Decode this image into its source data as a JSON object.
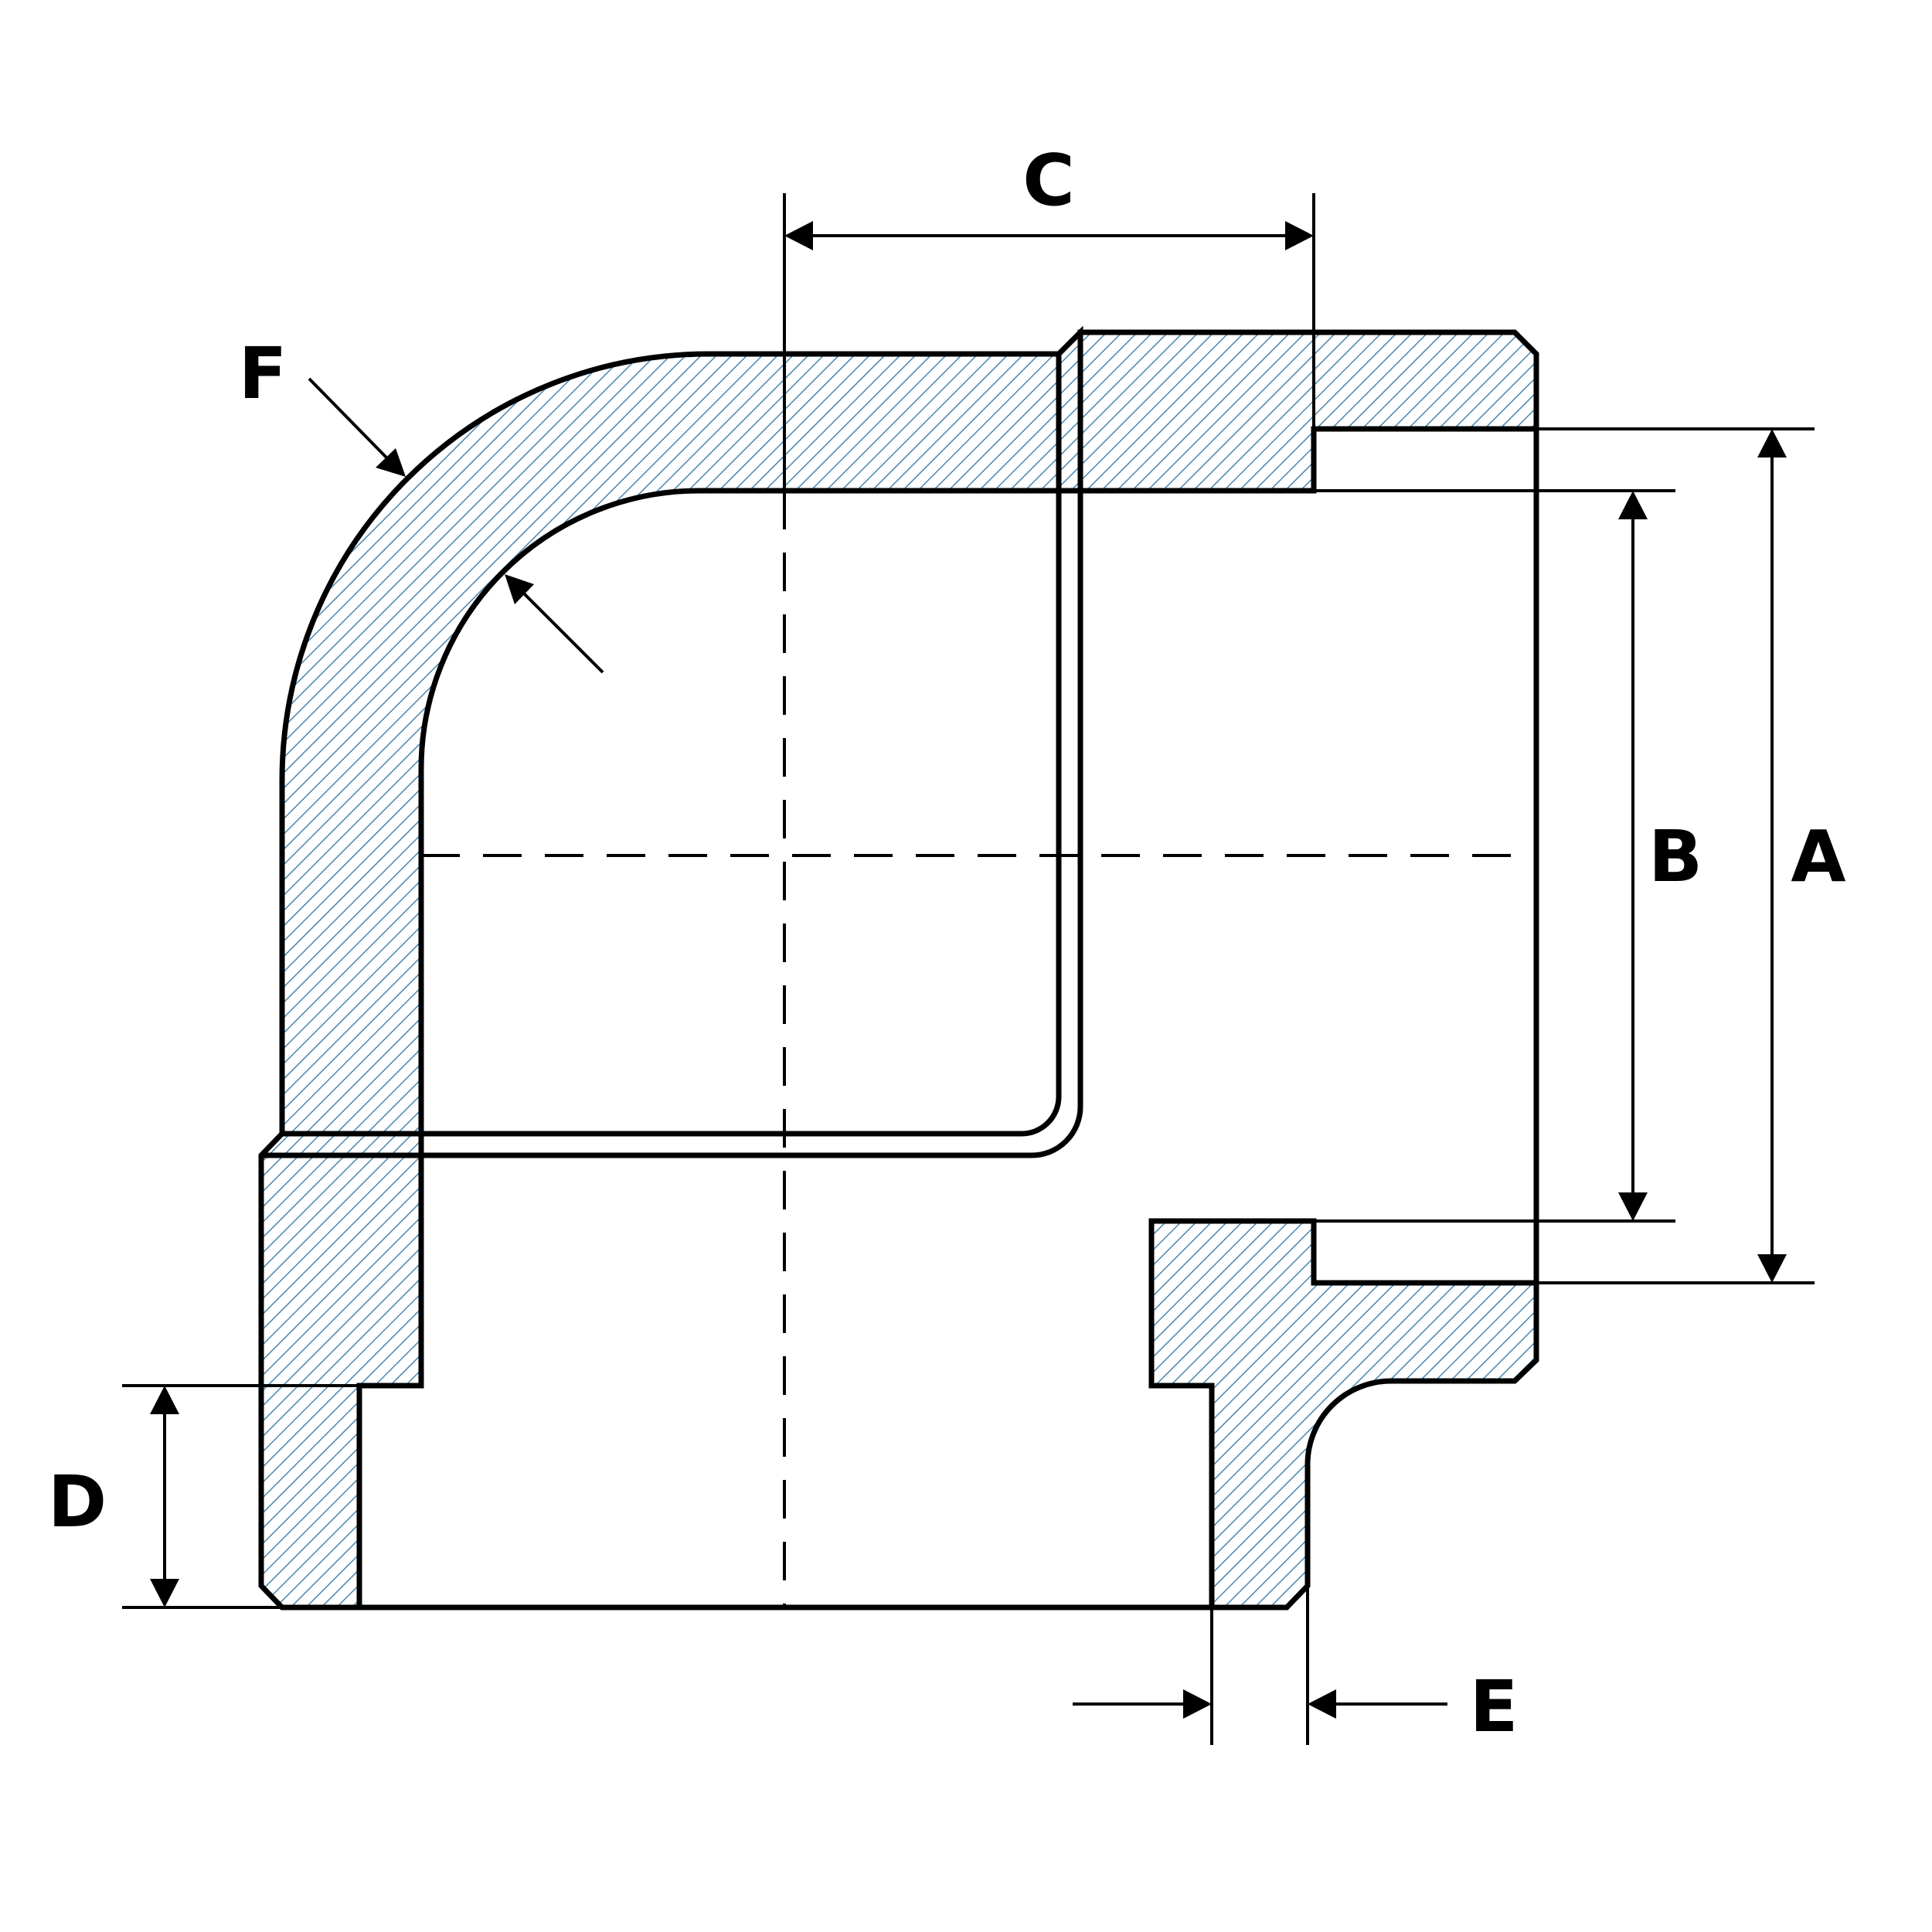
{
  "labels": {
    "a": "A",
    "b": "B",
    "c": "C",
    "d": "D",
    "e": "E",
    "f": "F"
  },
  "colors": {
    "hatch": "#4a86ad",
    "outline": "#000000"
  }
}
